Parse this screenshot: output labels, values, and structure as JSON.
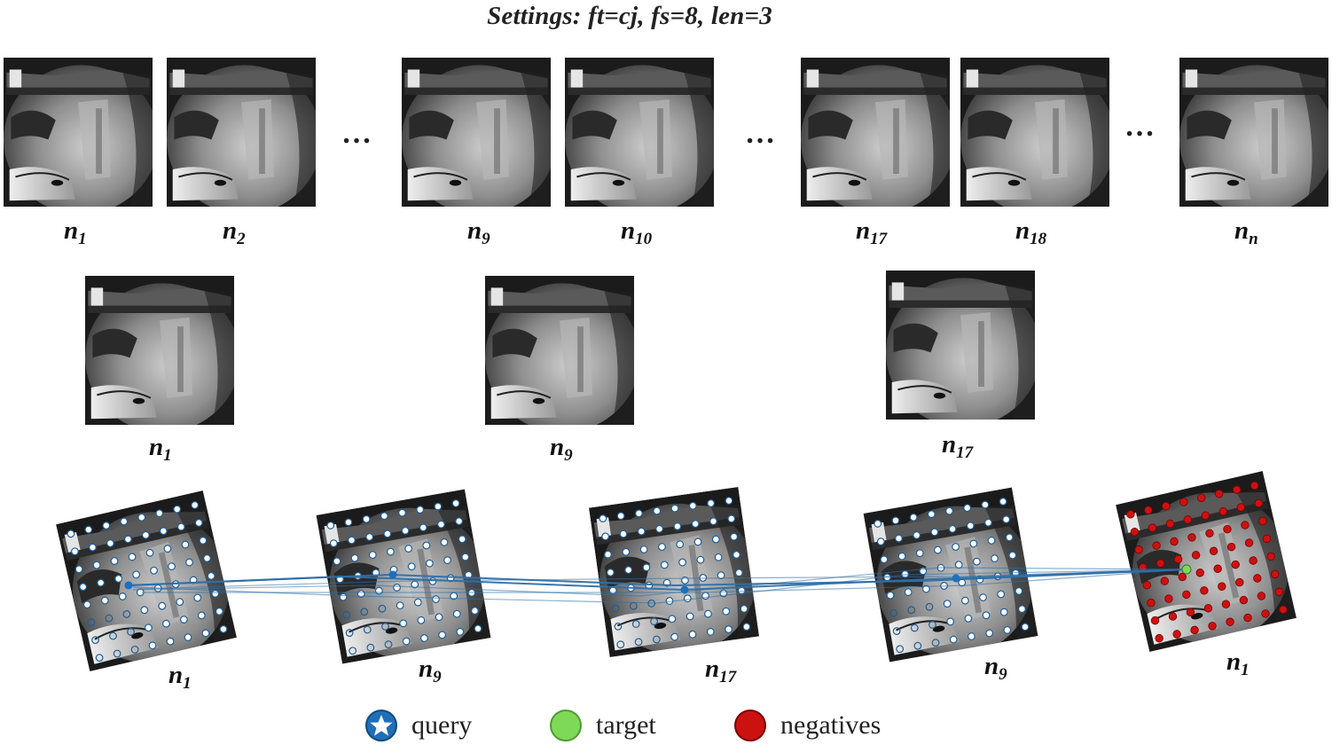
{
  "title": "Settings: ft=cj, fs=8, len=3",
  "ellipsis": "…",
  "row1": [
    {
      "base": "n",
      "sub": "1"
    },
    {
      "base": "n",
      "sub": "2"
    },
    {
      "base": "n",
      "sub": "9"
    },
    {
      "base": "n",
      "sub": "10"
    },
    {
      "base": "n",
      "sub": "17"
    },
    {
      "base": "n",
      "sub": "18"
    },
    {
      "base": "n",
      "sub": "n"
    }
  ],
  "row2": [
    {
      "base": "n",
      "sub": "1"
    },
    {
      "base": "n",
      "sub": "9"
    },
    {
      "base": "n",
      "sub": "17"
    }
  ],
  "row3": [
    {
      "base": "n",
      "sub": "1",
      "kind": "query-frame"
    },
    {
      "base": "n",
      "sub": "9",
      "kind": "frame"
    },
    {
      "base": "n",
      "sub": "17",
      "kind": "frame"
    },
    {
      "base": "n",
      "sub": "9",
      "kind": "frame"
    },
    {
      "base": "n",
      "sub": "1",
      "kind": "negatives-frame"
    }
  ],
  "legend": [
    {
      "label": "query",
      "color": "#1f6fb8"
    },
    {
      "label": "target",
      "color": "#7ed957"
    },
    {
      "label": "negatives",
      "color": "#cc1111"
    }
  ],
  "colors": {
    "path_line": "#2e6fa8",
    "patch_point": "#ffffff",
    "patch_point_stroke": "#1f5e96"
  }
}
